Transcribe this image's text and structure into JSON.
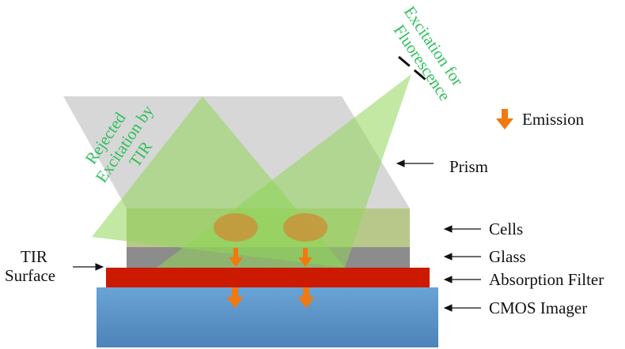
{
  "labels": {
    "emission": "Emission",
    "prism": "Prism",
    "cells": "Cells",
    "glass": "Glass",
    "absorption_filter": "Absorption Filter",
    "cmos_imager": "CMOS Imager",
    "tir_surface_line1": "TIR",
    "tir_surface_line2": "Surface",
    "excitation_fluorescence_line1": "Excitation for",
    "excitation_fluorescence_line2": "Fluorescence",
    "rejected_line1": "Rejected",
    "rejected_line2": "Excitation by",
    "rejected_line3": "TIR"
  },
  "colors": {
    "prism": "#d4d4d4",
    "cells_layer": "#b8c88a",
    "glass": "#8c8c8c",
    "absorption_filter": "#cc1a00",
    "cmos_imager": "#5e95c9",
    "excitation_light": "#8fd65a",
    "cell_body": "#c8943a",
    "emission_arrow": "#f07a10",
    "green_text": "#2fbf5a"
  }
}
